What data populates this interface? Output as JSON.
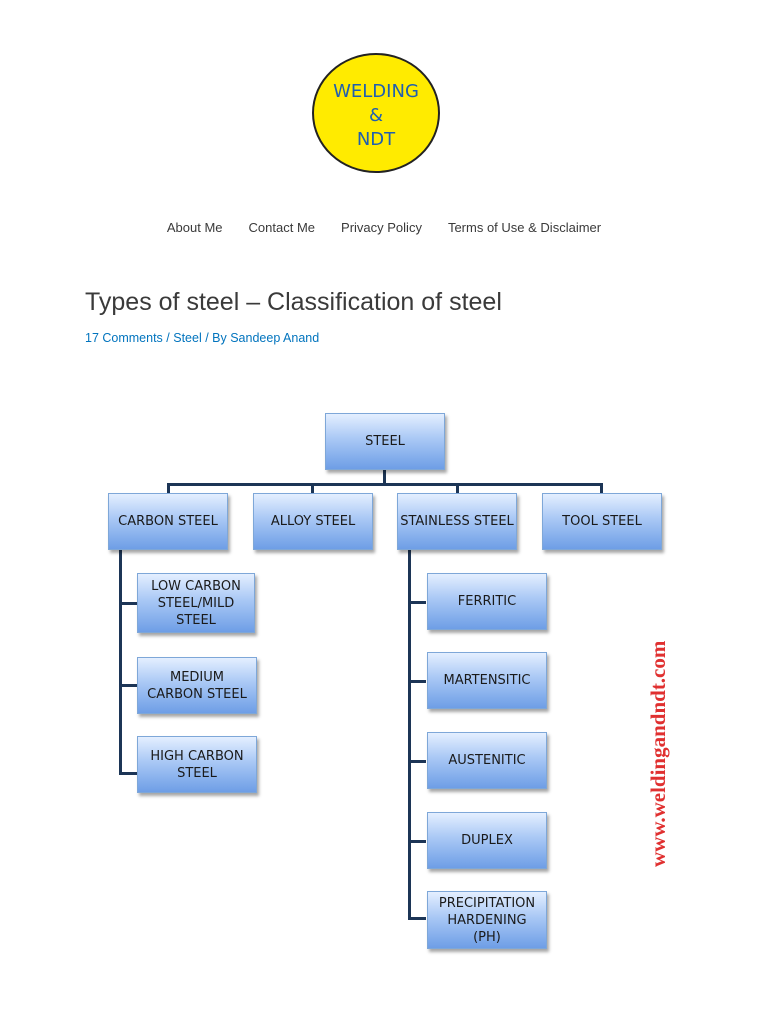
{
  "logo": {
    "line1": "WELDING",
    "line2": "&",
    "line3": "NDT"
  },
  "nav": {
    "items": [
      "About Me",
      "Contact Me",
      "Privacy Policy",
      "Terms of Use & Disclaimer"
    ]
  },
  "post": {
    "title": "Types of steel – Classification of steel",
    "meta": {
      "comments": "17 Comments",
      "sep1": " / ",
      "category": "Steel",
      "sep2": " / By ",
      "author": "Sandeep Anand"
    }
  },
  "diagram": {
    "root": "STEEL",
    "types": [
      "CARBON STEEL",
      "ALLOY STEEL",
      "STAINLESS STEEL",
      "TOOL STEEL"
    ],
    "carbon_children": [
      "LOW CARBON\nSTEEL/MILD\nSTEEL",
      "MEDIUM\nCARBON STEEL",
      "HIGH CARBON\nSTEEL"
    ],
    "stainless_children": [
      "FERRITIC",
      "MARTENSITIC",
      "AUSTENITIC",
      "DUPLEX",
      "PRECIPITATION\nHARDENING\n(PH)"
    ],
    "watermark": "www.weldingandndt.com"
  }
}
